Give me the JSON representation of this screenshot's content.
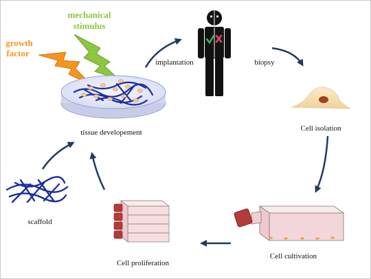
{
  "labels": {
    "mechanical_line1": "mechanical",
    "mechanical_line2": "stimulus",
    "growth_line1": "growth",
    "growth_line2": "factor",
    "tissue": "tissue developement",
    "implantation": "implantation",
    "biopsy": "biopsy",
    "cell_isolation": "Cell isolation",
    "cell_cultivation": "Cell cultivation",
    "cell_proliferation": "Cell proliferation",
    "scaffold": "scaffold"
  },
  "colors": {
    "mechanical_text": "#8dc63f",
    "growth_text": "#f7941d",
    "arrow": "#1f3a5c",
    "lightning_green": "#8dc63f",
    "lightning_orange": "#f7941d",
    "scaffold_blue": "#1a2fa0",
    "cell_body": "#f5deb3",
    "nucleus": "#a0401f",
    "flask_pink": "#f9e0e2",
    "cap_red": "#b53a3a"
  },
  "icons": {
    "human": "human-figure-icon",
    "check": "check-icon",
    "cross": "cross-icon"
  }
}
